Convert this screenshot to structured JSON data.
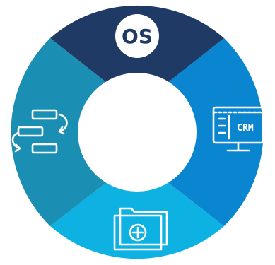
{
  "diagram": {
    "segments": [
      {
        "id": "os",
        "icon": "os-badge-icon",
        "label": "OS",
        "color": "#1f3a64"
      },
      {
        "id": "crm",
        "icon": "crm-monitor-icon",
        "label": "CRM",
        "color": "#0a86d0"
      },
      {
        "id": "folder",
        "icon": "folder-plus-icon",
        "color": "#0db2e2"
      },
      {
        "id": "workflow",
        "icon": "workflow-cycle-icon",
        "color": "#1a8fb3"
      }
    ],
    "colors": {
      "background": "#ffffff",
      "os_badge_text": "#1f3a64",
      "crm_text": "#ffffff"
    }
  }
}
